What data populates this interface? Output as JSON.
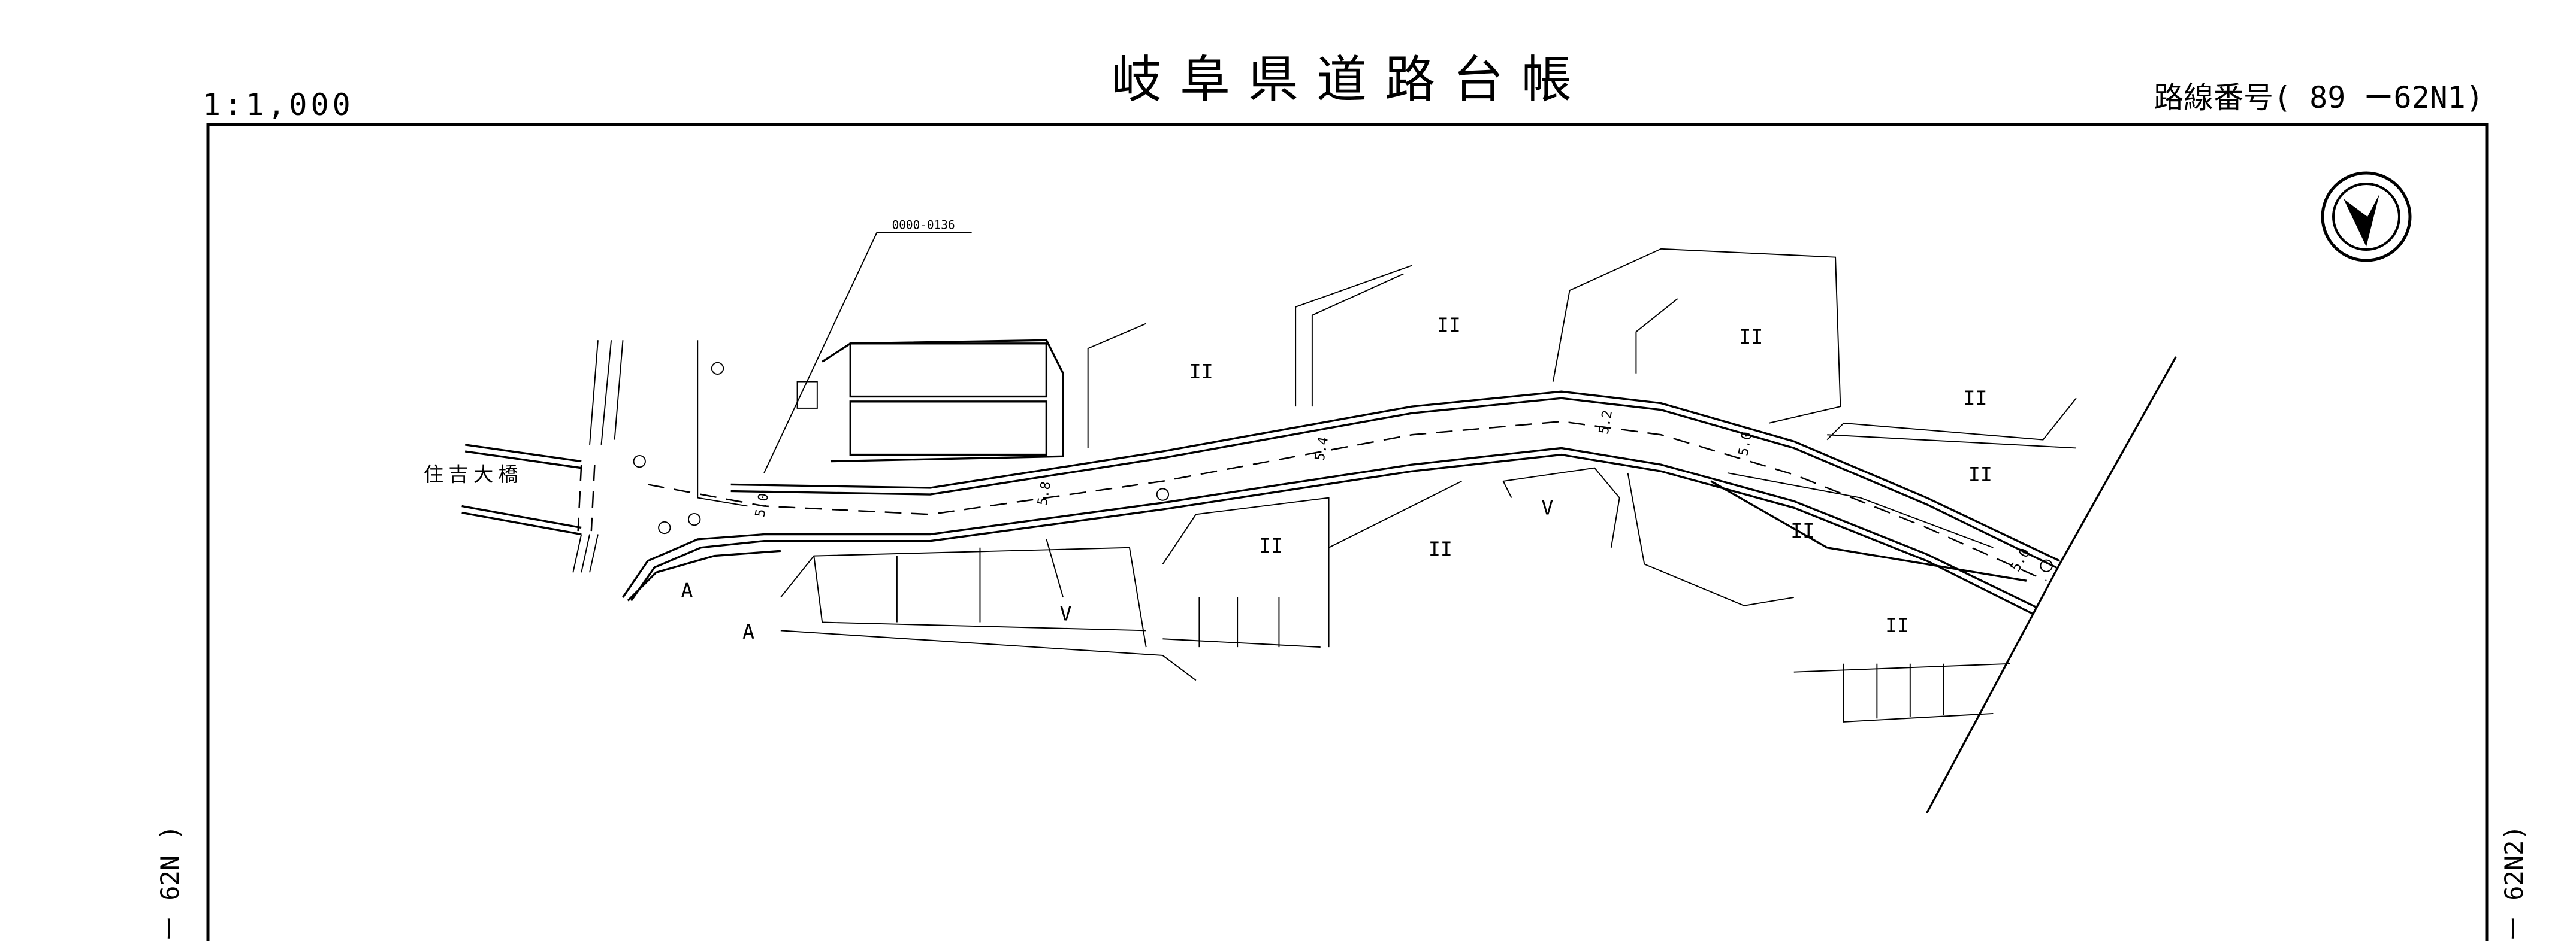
{
  "header": {
    "scale": "1:1,000",
    "title": "岐阜県道路台帳",
    "route_number": "路線番号( 89 ー62N1)"
  },
  "side_labels": {
    "left": "ー 62N )",
    "right": "ー 62N2)"
  },
  "map": {
    "parcel_id": "0000-0136",
    "bridge_name": "住吉大橋",
    "width_marks": [
      "5.0",
      "5.8",
      "5.4",
      "5.2",
      "5.0",
      "5.0"
    ],
    "land_symbols": [
      "II",
      "II",
      "II",
      "II",
      "II",
      "II",
      "II",
      "II",
      "II",
      "V",
      "V",
      "A",
      "A"
    ],
    "north_arrow": "north-arrow-icon"
  }
}
